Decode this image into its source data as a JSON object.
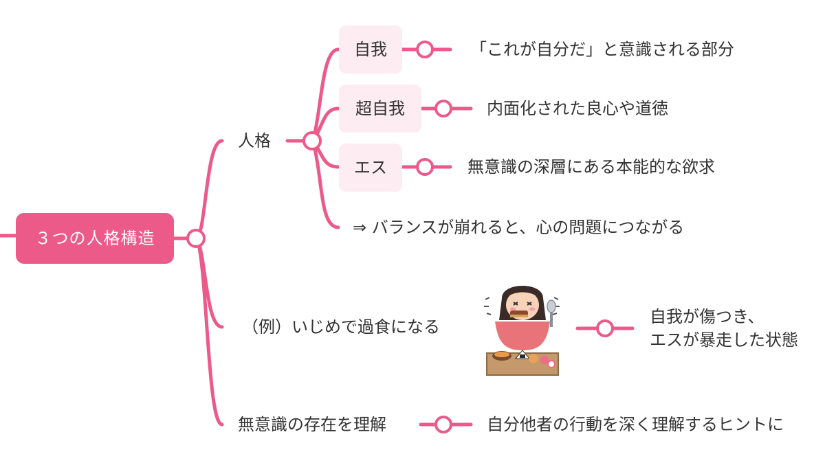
{
  "root": {
    "label": "３つの人格構造"
  },
  "branches": {
    "personality": {
      "label": "人格",
      "ego": {
        "label": "自我",
        "note": "「これが自分だ」と意識される部分"
      },
      "superego": {
        "label": "超自我",
        "note": "内面化された良心や道徳"
      },
      "id": {
        "label": "エス",
        "note": "無意識の深層にある本能的な欲求"
      },
      "conclusion": "⇒ バランスが崩れると、心の問題につながる"
    },
    "example": {
      "label": "（例）いじめで過食になる",
      "result_line1": "自我が傷つき、",
      "result_line2": "エスが暴走した状態"
    },
    "unconscious": {
      "label": "無意識の存在を理解",
      "note": "自分他者の行動を深く理解するヒントに"
    }
  },
  "colors": {
    "accent": "#ec5a8a",
    "box_fill": "#fdecf2",
    "text": "#333333"
  }
}
